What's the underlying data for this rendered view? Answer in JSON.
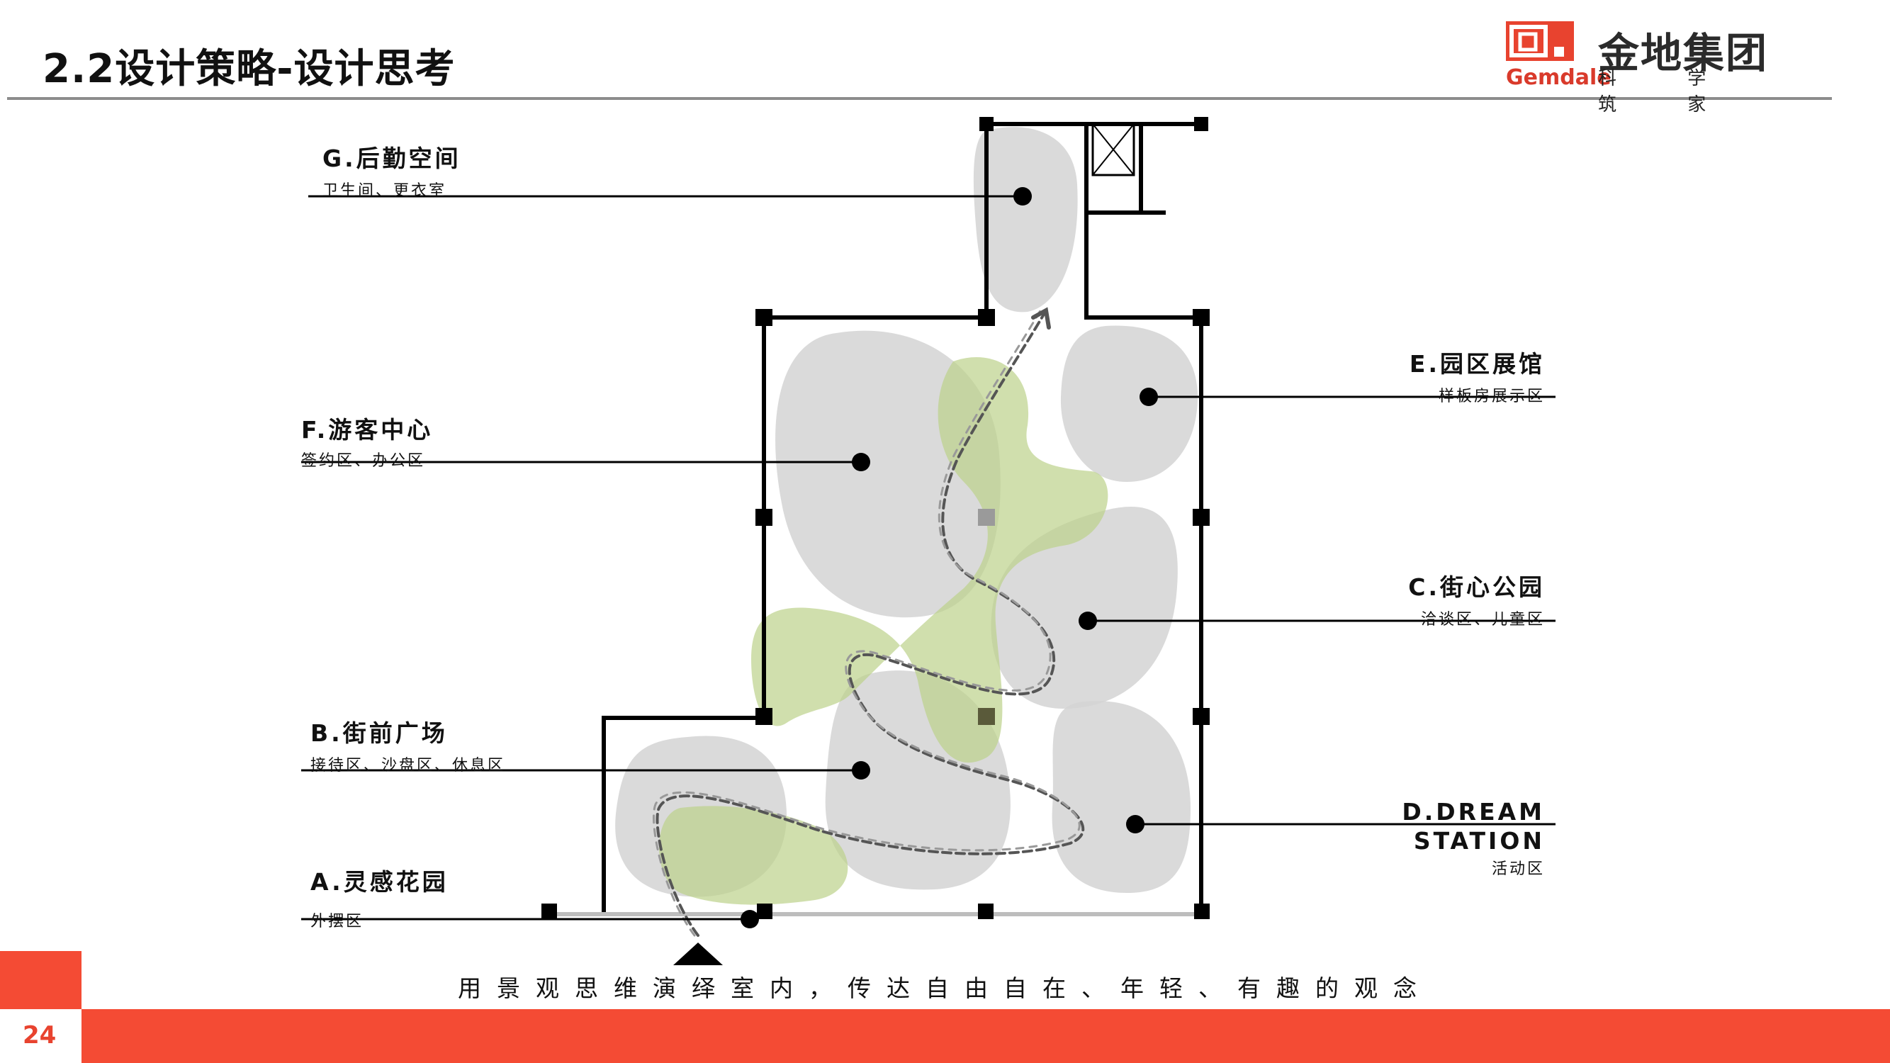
{
  "header": {
    "title": "2.2设计策略-设计思考"
  },
  "logo": {
    "name_cn": "金地集团",
    "name_en": "Gemdale",
    "slogan": "科 学 筑 家"
  },
  "zones": {
    "g": {
      "head": "G.后勤空间",
      "sub": "卫生间、更衣室"
    },
    "f": {
      "head": "F.游客中心",
      "sub": "签约区、办公区"
    },
    "b": {
      "head": "B.街前广场",
      "sub": "接待区、沙盘区、休息区"
    },
    "a": {
      "head": "A.灵感花园",
      "sub": "外摆区"
    },
    "e": {
      "head": "E.园区展馆",
      "sub": "样板房展示区"
    },
    "c": {
      "head": "C.街心公园",
      "sub": "洽谈区、儿童区"
    },
    "d": {
      "head_line1": "D.DREAM",
      "head_line2": "STATION",
      "sub": "活动区"
    }
  },
  "caption": "用景观思维演绎室内，传达自由自在、年轻、有趣的观念",
  "footer": {
    "page_number": "24"
  },
  "colors": {
    "accent_red": "#f44b34",
    "blob_gray": "#d9d9d9",
    "blob_green": "#c6d89a",
    "wall": "#000000"
  }
}
